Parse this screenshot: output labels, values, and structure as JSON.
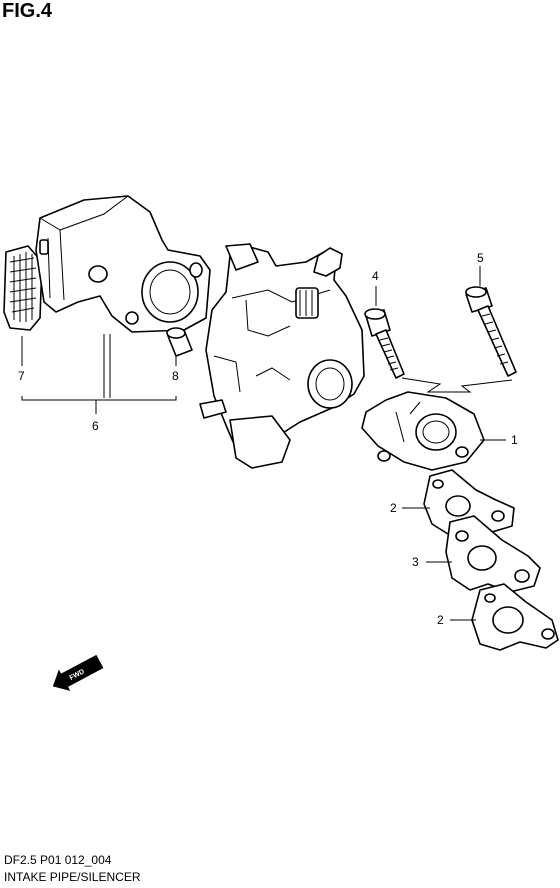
{
  "figure": {
    "title": "FIG.4"
  },
  "callouts": {
    "c1": "1",
    "c2a": "2",
    "c3": "3",
    "c2b": "2",
    "c4": "4",
    "c5": "5",
    "c6": "6",
    "c7": "7",
    "c8": "8"
  },
  "direction_arrow": {
    "label": "FWD"
  },
  "footer": {
    "doc_code": "DF2.5 P01 012_004",
    "caption": "INTAKE PIPE/SILENCER"
  }
}
